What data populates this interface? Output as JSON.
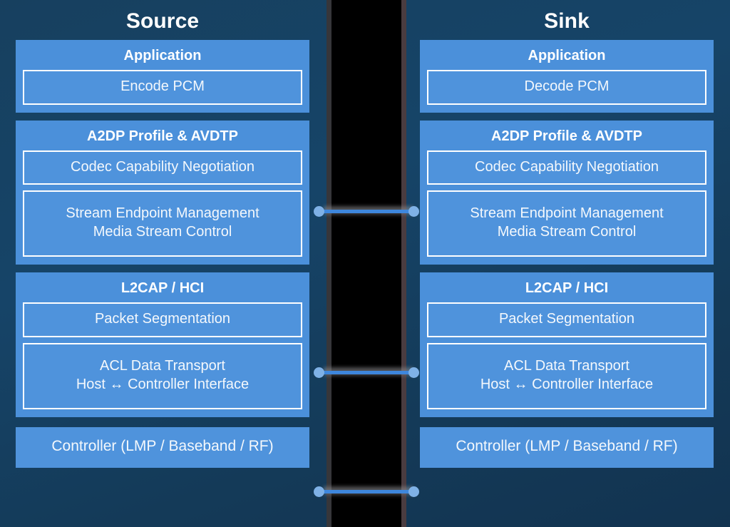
{
  "diagram": {
    "title_left": "Source",
    "title_right": "Sink",
    "accent_panel": "#4b90da",
    "accent_box": "#4f93dc",
    "background": "#164468",
    "wire_color": "#3e87dd",
    "node_color": "#7fb1e6"
  },
  "source": {
    "title": "Source",
    "layers": [
      {
        "title": "Application",
        "items": [
          "Encode PCM"
        ]
      },
      {
        "title": "A2DP Profile & AVDTP",
        "items": [
          "Codec Capability Negotiation",
          "Stream Endpoint Management\nMedia Stream Control"
        ]
      },
      {
        "title": "L2CAP / HCI",
        "items": [
          "Packet Segmentation",
          "ACL Data Transport\nHost ↔ Controller Interface"
        ]
      },
      {
        "title": "",
        "items": [
          "Controller (LMP / Baseband / RF)"
        ]
      }
    ],
    "app_title": "Application",
    "app_item": "Encode PCM",
    "a2dp_title": "A2DP Profile & AVDTP",
    "a2dp_item1": "Codec Capability Negotiation",
    "a2dp_item2_line1": "Stream Endpoint Management",
    "a2dp_item2_line2": "Media Stream Control",
    "l2cap_title": "L2CAP / HCI",
    "l2cap_item1": "Packet Segmentation",
    "l2cap_item2_line1": "ACL Data Transport",
    "l2cap_item2_line2": "Host ↔ Controller Interface",
    "controller_item": "Controller (LMP / Baseband / RF)"
  },
  "sink": {
    "title": "Sink",
    "app_title": "Application",
    "app_item": "Decode PCM",
    "a2dp_title": "A2DP Profile & AVDTP",
    "a2dp_item1": "Codec Capability Negotiation",
    "a2dp_item2_line1": "Stream Endpoint Management",
    "a2dp_item2_line2": "Media Stream Control",
    "l2cap_title": "L2CAP / HCI",
    "l2cap_item1": "Packet Segmentation",
    "l2cap_item2_line1": "ACL Data Transport",
    "l2cap_item2_line2": "Host ↔ Controller Interface",
    "controller_item": "Controller (LMP / Baseband / RF)"
  },
  "links": [
    {
      "id": "link-a2dp",
      "label": ""
    },
    {
      "id": "link-l2cap",
      "label": ""
    },
    {
      "id": "link-controller",
      "label": ""
    }
  ]
}
